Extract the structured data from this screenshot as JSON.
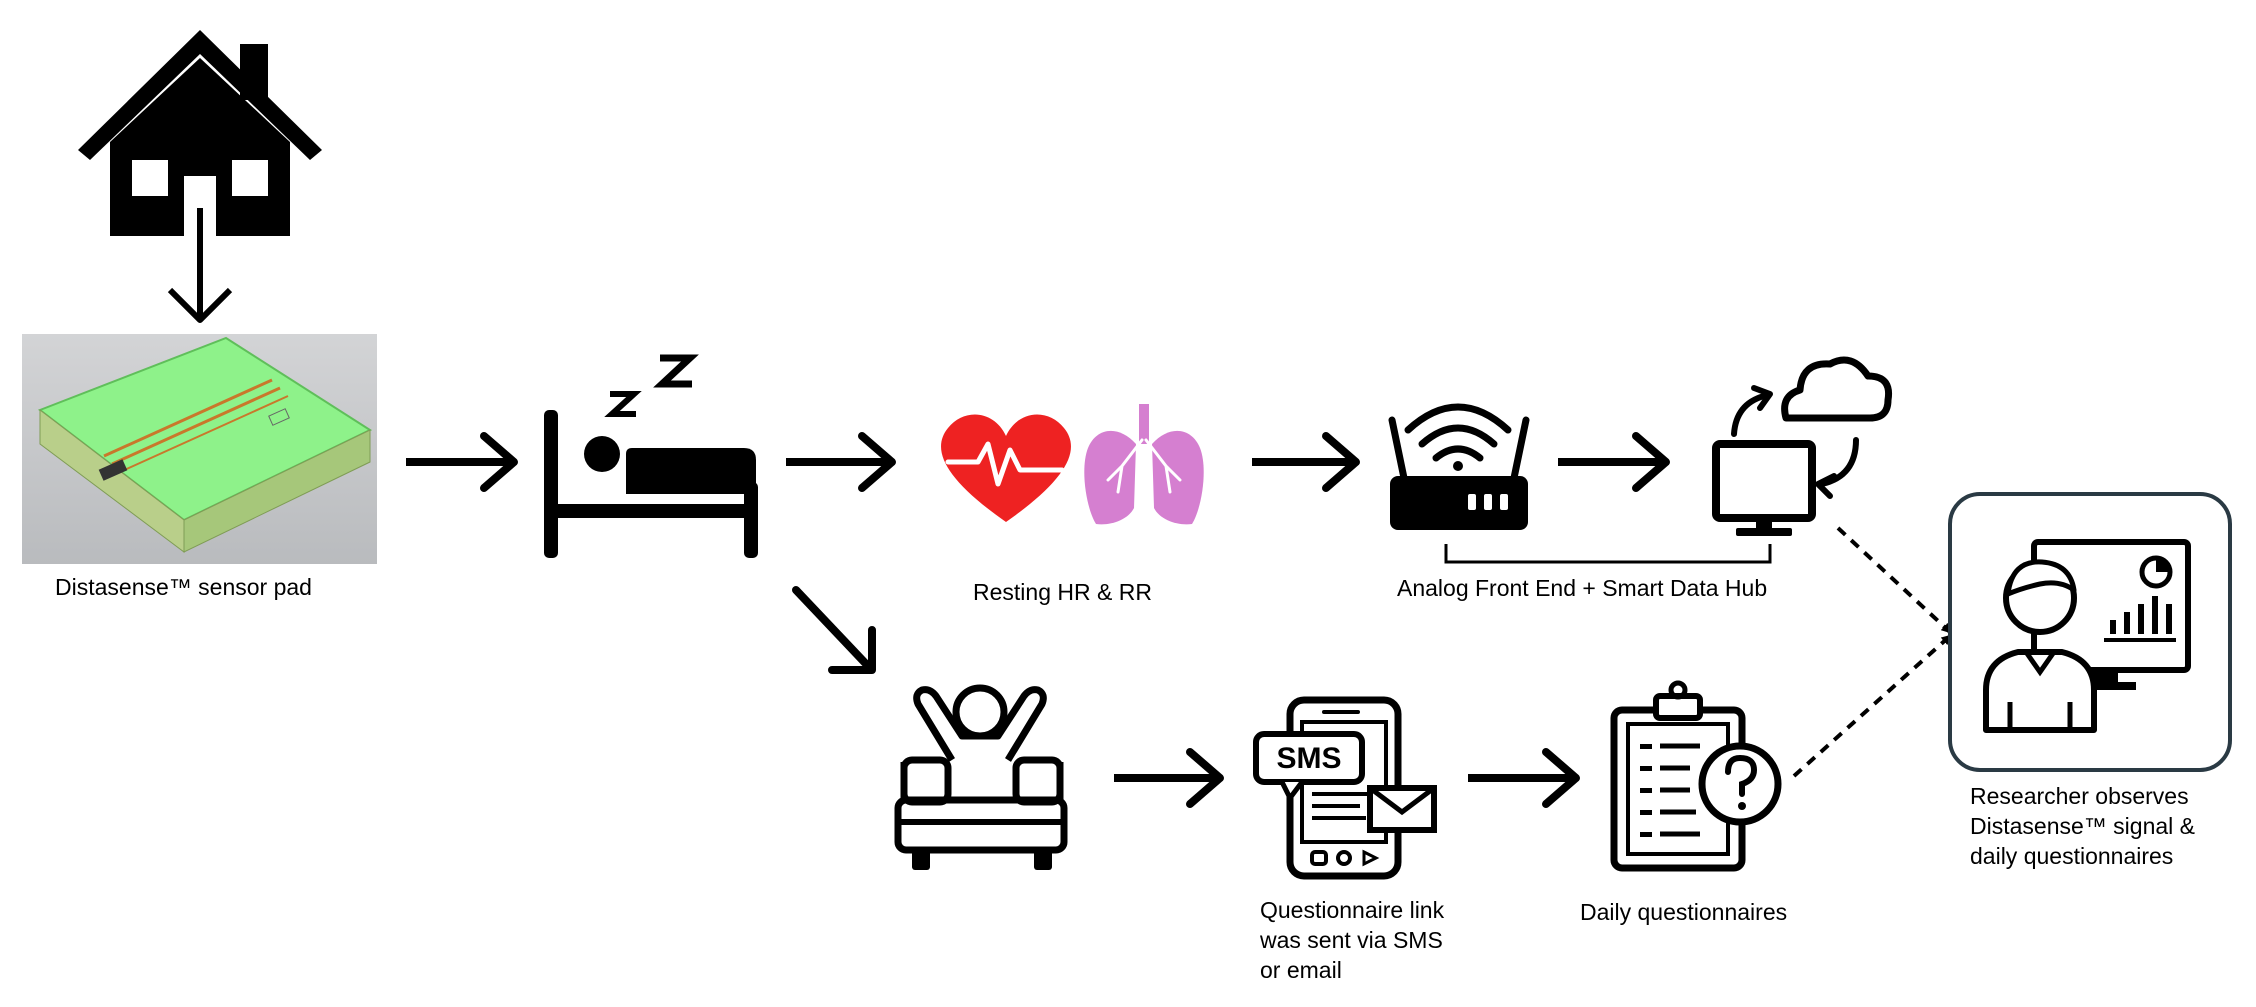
{
  "labels": {
    "sensor_pad": "Distasense™ sensor pad",
    "vitals": "Resting HR & RR",
    "hub": "Analog Front End + Smart Data Hub",
    "questionnaire_link": "Questionnaire link\nwas sent via SMS\nor email",
    "daily_questionnaires": "Daily questionnaires",
    "researcher": "Researcher observes\nDistasense™ signal &\ndaily questionnaires"
  },
  "badges": {
    "sms": "SMS"
  },
  "icons": {
    "house": "house-icon",
    "sensor_pad": "sensor-pad-image",
    "sleep": "sleeping-person-in-bed-icon",
    "heart": "heart-rate-icon",
    "lungs": "lungs-icon",
    "router": "wifi-router-icon",
    "cloud_computer": "cloud-computer-sync-icon",
    "wake": "waking-person-in-bed-icon",
    "phone": "phone-sms-email-icon",
    "clipboard": "clipboard-question-icon",
    "researcher": "researcher-monitor-icon"
  },
  "colors": {
    "heart": "#ee2222",
    "lungs": "#d57fd0",
    "pad_green": "#7ef07a",
    "ink": "#000000",
    "researcher_border": "#2a3a44"
  }
}
